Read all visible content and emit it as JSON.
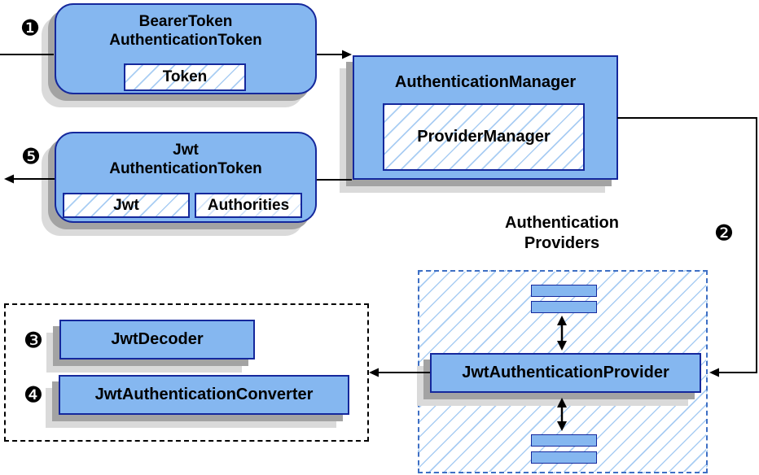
{
  "diagram": {
    "bearer_token": {
      "line1": "BearerToken",
      "line2": "AuthenticationToken",
      "chip": "Token"
    },
    "auth_manager": {
      "title": "AuthenticationManager",
      "chip": "ProviderManager"
    },
    "jwt_token": {
      "line1": "Jwt",
      "line2": "AuthenticationToken",
      "chips": [
        "Jwt",
        "Authorities"
      ]
    },
    "providers": {
      "label_line1": "Authentication",
      "label_line2": "Providers",
      "provider": "JwtAuthenticationProvider"
    },
    "converters": {
      "decoder": "JwtDecoder",
      "converter": "JwtAuthenticationConverter"
    },
    "markers": {
      "step1": "❶",
      "step2": "❷",
      "step3": "❸",
      "step4": "❹",
      "step5": "❺"
    },
    "colors": {
      "node_fill": "#85b7f0",
      "node_border": "#15289c",
      "hatch_line": "#a9cdf3",
      "group_dash_blue": "#3e6fc4",
      "shadow_dark": "#a3a3a3",
      "shadow_light": "#dadada",
      "connector": "#000000"
    }
  }
}
